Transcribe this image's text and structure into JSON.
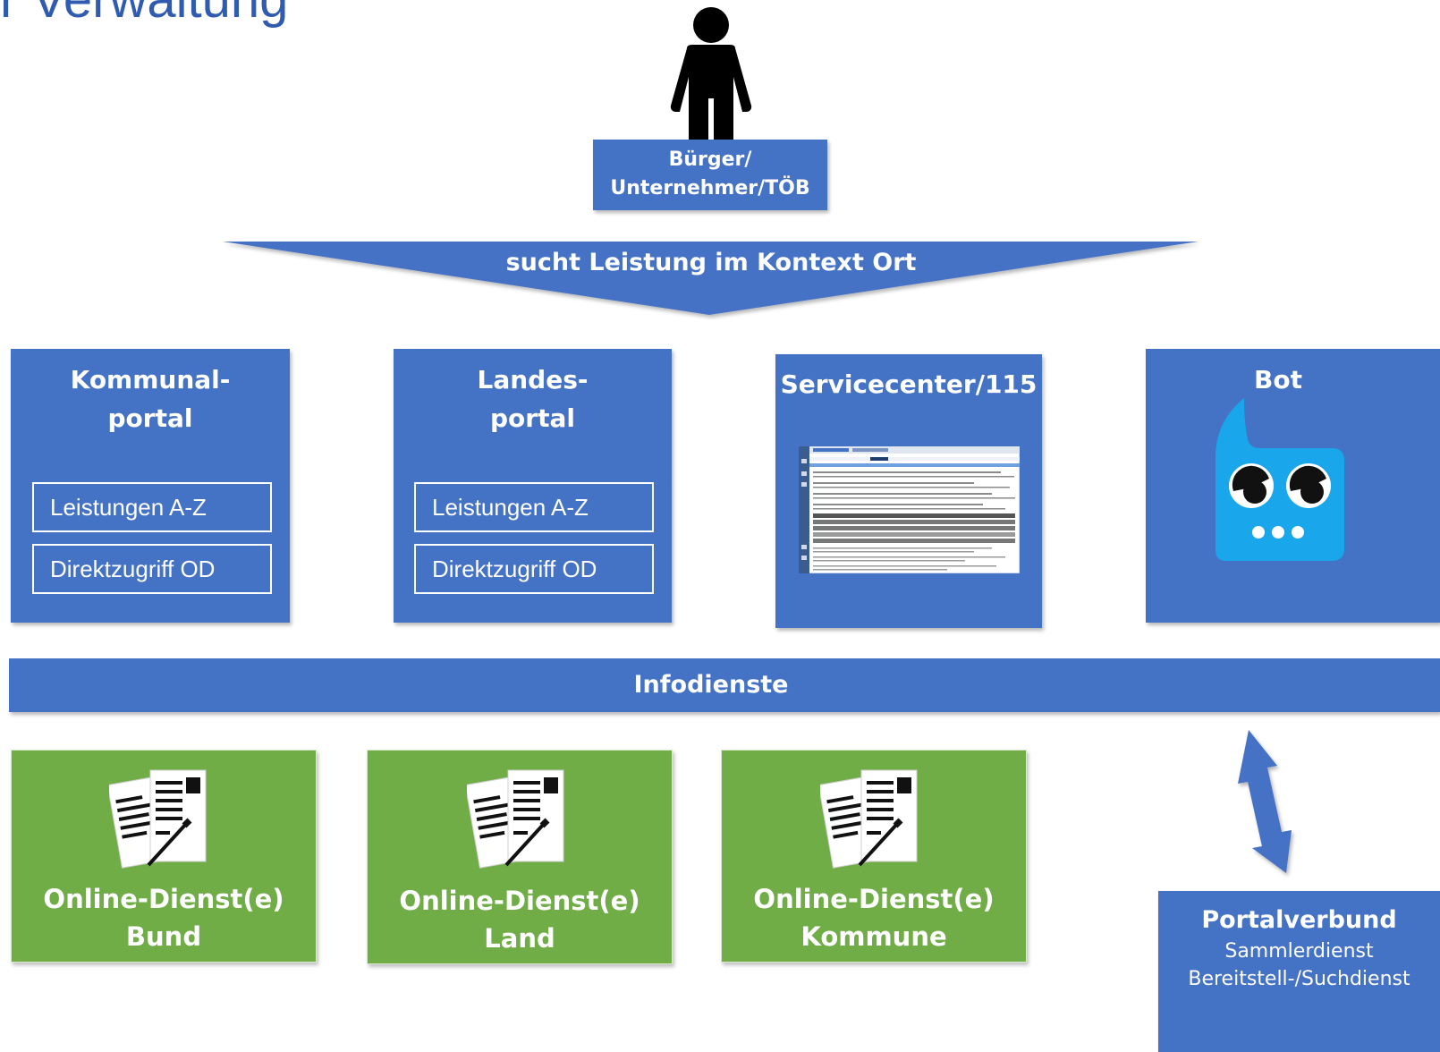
{
  "header": {
    "title": "r Verwaltung"
  },
  "citizen": {
    "line1": "Bürger/",
    "line2": "Unternehmer/TÖB"
  },
  "search_arrow": {
    "label": "sucht Leistung im Kontext Ort"
  },
  "portals": [
    {
      "title_line1": "Kommunal-",
      "title_line2": "portal",
      "buttons": [
        "Leistungen A-Z",
        "Direktzugriff OD"
      ]
    },
    {
      "title_line1": "Landes-",
      "title_line2": "portal",
      "buttons": [
        "Leistungen A-Z",
        "Direktzugriff OD"
      ]
    }
  ],
  "servicecenter": {
    "title": "Servicecenter/115"
  },
  "bot": {
    "title": "Bot"
  },
  "infodienste": {
    "label": "Infodienste"
  },
  "online_services": [
    {
      "line1": "Online-Dienst(e)",
      "line2": "Bund"
    },
    {
      "line1": "Online-Dienst(e)",
      "line2": "Land"
    },
    {
      "line1": "Online-Dienst(e)",
      "line2": "Kommune"
    }
  ],
  "portalverbund": {
    "title": "Portalverbund",
    "line1": "Sammlerdienst",
    "line2": "Bereitstell-/Suchdienst"
  },
  "colors": {
    "blue": "#4472c4",
    "green": "#70ad47",
    "title": "#2f5bb0",
    "bot": "#1aa6ea"
  },
  "icons": [
    "person-icon",
    "document-icon",
    "bot-icon",
    "double-arrow-icon"
  ]
}
